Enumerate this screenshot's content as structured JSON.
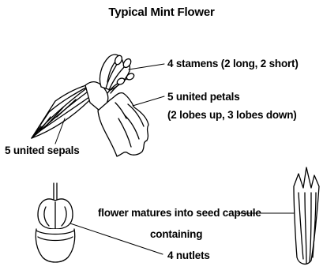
{
  "title": "Typical Mint Flower",
  "labels": {
    "stamens": "4 stamens (2 long, 2 short)",
    "petals_line1": "5 united petals",
    "petals_line2": "(2 lobes up, 3 lobes down)",
    "sepals": "5 united sepals",
    "matures": "flower matures into seed capsule",
    "containing": "containing",
    "nutlets": "4 nutlets"
  }
}
